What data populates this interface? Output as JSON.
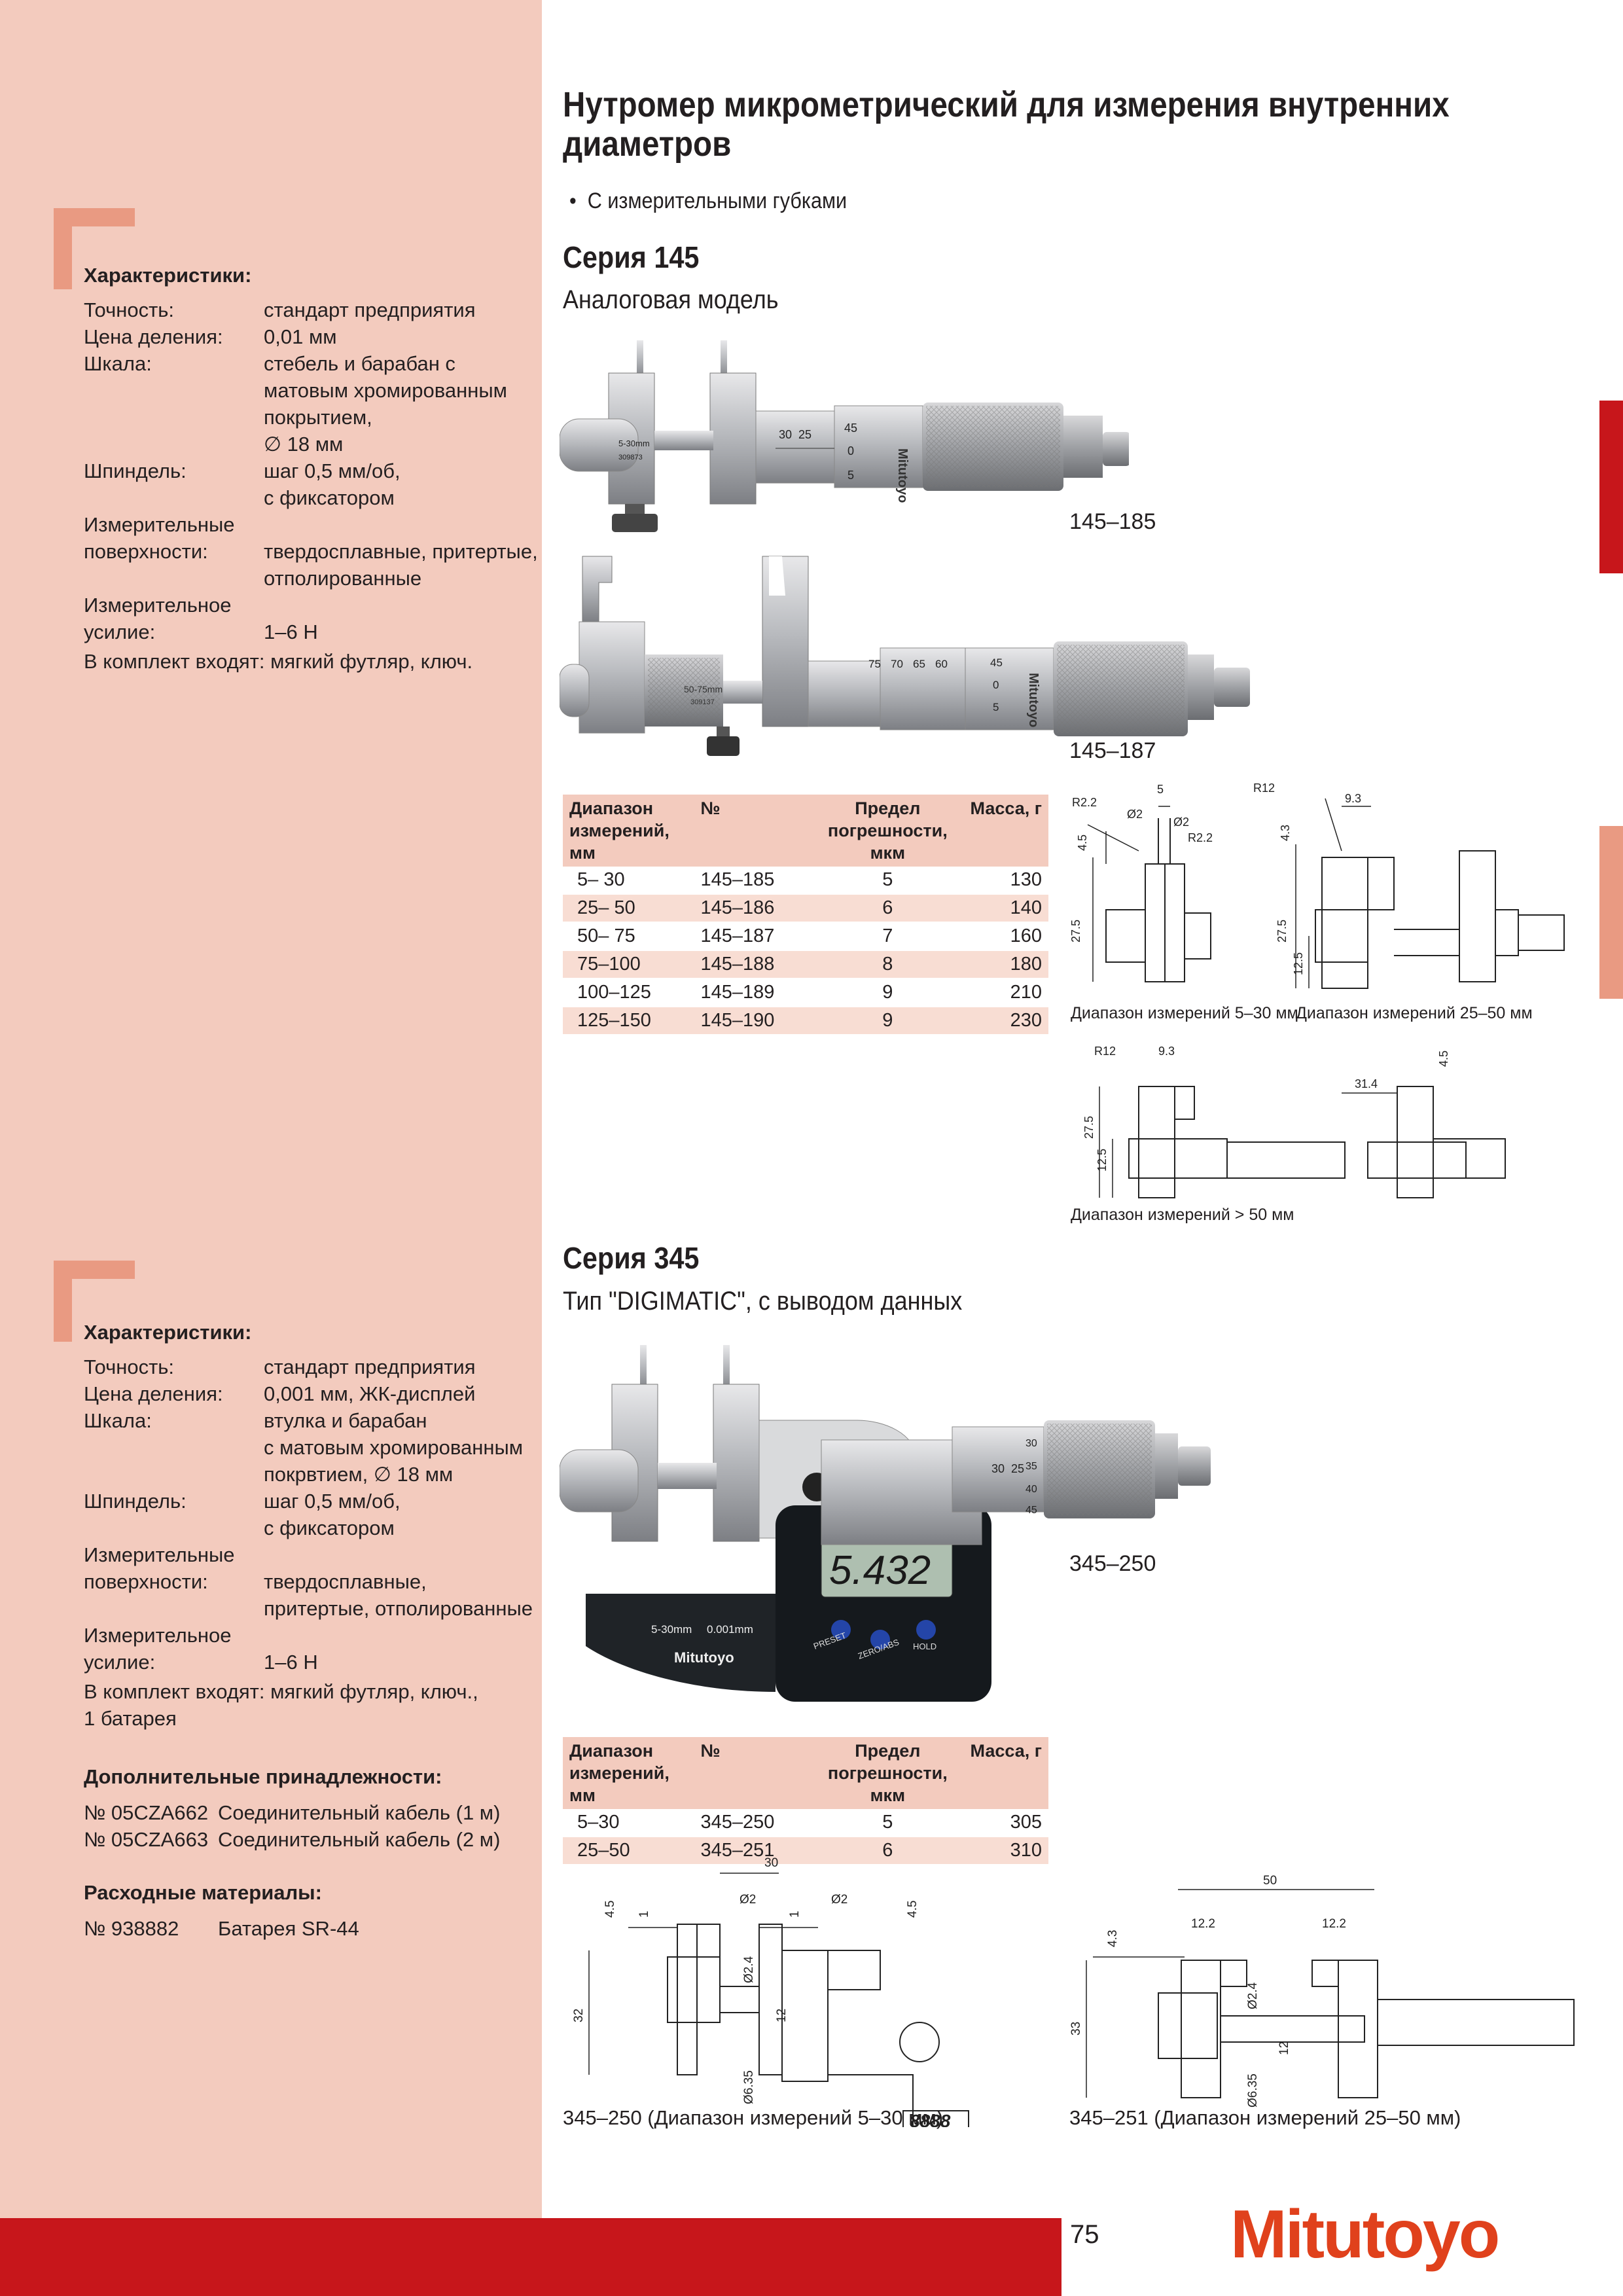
{
  "title": "Нутромер микрометрический для измерения внутренних диаметров",
  "feature": "С измерительными губками",
  "series145": {
    "heading": "Серия 145",
    "subtitle": "Аналоговая модель",
    "specs_title": "Характеристики:",
    "specs": [
      {
        "label": "Точность:",
        "value": "стандарт предприятия"
      },
      {
        "label": "Цена деления:",
        "value": "0,01 мм"
      },
      {
        "label": "Шкала:",
        "value": "стебель и барабан с\nматовым хромированным\nпокрытием,\n∅ 18 мм"
      },
      {
        "label": "Шпиндель:",
        "value": "шаг 0,5 мм/об,\nс фиксатором"
      },
      {
        "label": "Измерительные\nповерхности:",
        "value": "\nтвердосплавные, притертые,\nотполированные"
      },
      {
        "label": "Измерительное\nусилие:",
        "value": "\n1–6 Н"
      }
    ],
    "kit": "В комплект входят: мягкий футляр, ключ.",
    "photo1_caption": "145–185",
    "photo2_caption": "145–187",
    "instrument1": {
      "scale": "5-30mm",
      "serial": "309873",
      "brand": "Mitutoyo",
      "ticks": [
        "30",
        "25",
        "45",
        "0",
        "5"
      ]
    },
    "instrument2": {
      "scale": "50-75mm",
      "serial": "309137",
      "brand": "Mitutoyo",
      "ticks": [
        "75",
        "70",
        "65",
        "60",
        "45",
        "0",
        "5"
      ]
    },
    "table": {
      "headers": [
        "Диапазон измерений, мм",
        "№",
        "Предел погрешности, мкм",
        "Масса, г"
      ],
      "rows": [
        [
          "5– 30",
          "145–185",
          "5",
          "130"
        ],
        [
          "25– 50",
          "145–186",
          "6",
          "140"
        ],
        [
          "50– 75",
          "145–187",
          "7",
          "160"
        ],
        [
          "75–100",
          "145–188",
          "8",
          "180"
        ],
        [
          "100–125",
          "145–189",
          "9",
          "210"
        ],
        [
          "125–150",
          "145–190",
          "9",
          "230"
        ]
      ]
    },
    "drawings": {
      "cap1": "Диапазон измерений 5–30 мм",
      "cap2": "Диапазон измерений 25–50 мм",
      "cap3": "Диапазон измерений > 50 мм",
      "d1": {
        "r": "R2.2",
        "w": "5",
        "d": "Ø2",
        "d2": "Ø2",
        "r2": "R2.2",
        "h": "4.5",
        "h2": "27.5"
      },
      "d2": {
        "r": "R12",
        "w": "9.3",
        "h": "4.3",
        "h2": "27.5",
        "h3": "12.5"
      },
      "d3": {
        "r": "R12",
        "w": "9.3",
        "h": "27.5",
        "h2": "12.5",
        "w2": "31.4",
        "h3": "4.5"
      }
    }
  },
  "series345": {
    "heading": "Серия 345",
    "subtitle": "Тип \"DIGIMATIC\", с выводом данных",
    "specs_title": "Характеристики:",
    "specs": [
      {
        "label": "Точность:",
        "value": "стандарт предприятия"
      },
      {
        "label": "Цена деления:",
        "value": "0,001 мм, ЖК-дисплей"
      },
      {
        "label": "Шкала:",
        "value": "втулка и барабан\nс матовым хромированным\nпокрвтием, ∅ 18 мм"
      },
      {
        "label": "Шпиндель:",
        "value": "шаг 0,5 мм/об,\nс фиксатором"
      },
      {
        "label": "Измерительные\nповерхности:",
        "value": "\nтвердосплавные,\nпритертые, отполированные"
      },
      {
        "label": "Измерительное\nусилие:",
        "value": "\n1–6 Н"
      }
    ],
    "kit": "В комплект входят: мягкий футляр, ключ.,\n1 батарея",
    "accessories_title": "Дополнительные принадлежности:",
    "accessories": [
      {
        "code": "№ 05CZA662",
        "desc": "Соединительный кабель (1 м)"
      },
      {
        "code": "№ 05CZA663",
        "desc": "Соединительный кабель (2 м)"
      }
    ],
    "consumables_title": "Расходные материалы:",
    "consumables": [
      {
        "code": "№ 938882",
        "desc": "Батарея SR-44"
      }
    ],
    "photo_caption": "345–250",
    "display": {
      "value": "5.432",
      "range": "5-30mm",
      "resolution": "0.001mm",
      "brand": "Mitutoyo",
      "btn1": "PRESET",
      "btn2": "ZERO/ABS",
      "btn3": "HOLD",
      "ticks": [
        "30",
        "25",
        "30",
        "35",
        "40",
        "45"
      ]
    },
    "table": {
      "headers": [
        "Диапазон измерений, мм",
        "№",
        "Предел погрешности, мкм",
        "Масса, г"
      ],
      "rows": [
        [
          "5–30",
          "345–250",
          "5",
          "305"
        ],
        [
          "25–50",
          "345–251",
          "6",
          "310"
        ]
      ]
    },
    "drawings": {
      "cap1": "345–250 (Диапазон измерений 5–30 мм)",
      "cap2": "345–251 (Диапазон измерений 25–50 мм)",
      "d1": {
        "w": "30",
        "d1": "Ø2",
        "d2": "Ø2",
        "h1": "4.5",
        "t": "1",
        "t2": "1",
        "h2": "4.5",
        "h3": "32",
        "d3": "Ø2.4",
        "h4": "12",
        "d4": "Ø6.35",
        "lcd": "8888"
      },
      "d2": {
        "w": "50",
        "a": "12.2",
        "b": "12.2",
        "h1": "4.3",
        "h2": "33",
        "d1": "Ø2.4",
        "h3": "12",
        "d2": "Ø6.35"
      }
    }
  },
  "footer": {
    "page": "75",
    "brand": "Mitutoyo"
  },
  "colors": {
    "sidebar": "#f3cbbe",
    "accent": "#e99a82",
    "red": "#c7161b",
    "logo": "#e0411c"
  }
}
